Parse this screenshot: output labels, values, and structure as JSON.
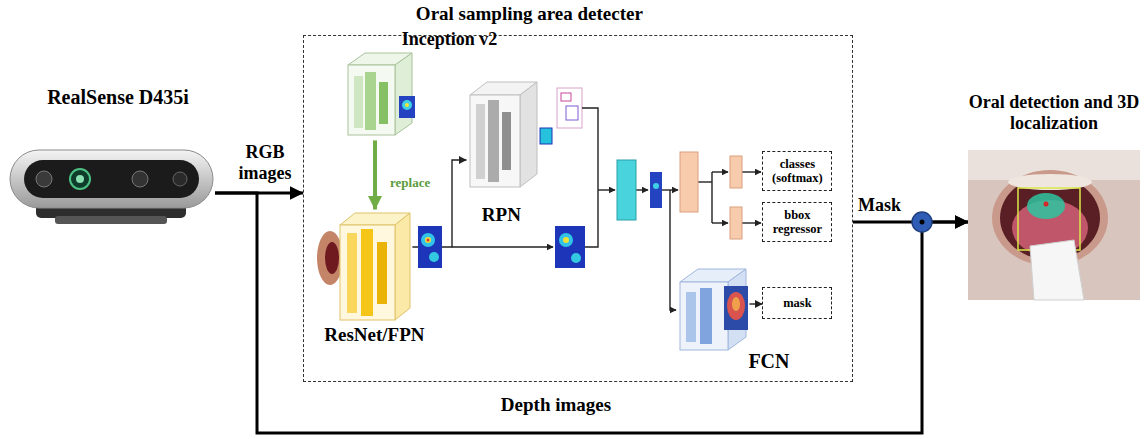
{
  "diagram": {
    "nodes": [
      {
        "text": [
          "RealSense D435i"
        ]
      },
      {
        "text": [
          "Oral sampling area detecter"
        ]
      },
      {
        "text": [
          "Inception v2"
        ],
        "in": 1
      },
      {
        "text": [
          "ResNet/FPN"
        ],
        "in": 1
      },
      {
        "text": [
          "RPN"
        ],
        "in": 1
      },
      {
        "text": [
          "classes (softmax)"
        ],
        "in": 1
      },
      {
        "text": [
          "bbox regressor"
        ],
        "in": 1
      },
      {
        "text": [
          "mask"
        ],
        "in": 1
      },
      {
        "text": [
          "FCN"
        ],
        "in": 1
      },
      {
        "text": [
          "Oral detection and 3D localization"
        ]
      }
    ],
    "edges": [
      {
        "from": 0,
        "to": 1,
        "label": "RGB images",
        "arrow": "to"
      },
      {
        "from": 2,
        "to": 3,
        "label": "replace",
        "arrow": "to"
      },
      {
        "from": 3,
        "to": 4,
        "arrow": "to"
      },
      {
        "from": 8,
        "to": 7,
        "arrow": "to"
      },
      {
        "from": 1,
        "to": 9,
        "label": "Mask",
        "arrow": "to"
      },
      {
        "from": 0,
        "to": 9,
        "label": "Depth images",
        "arrow": "to"
      }
    ]
  }
}
